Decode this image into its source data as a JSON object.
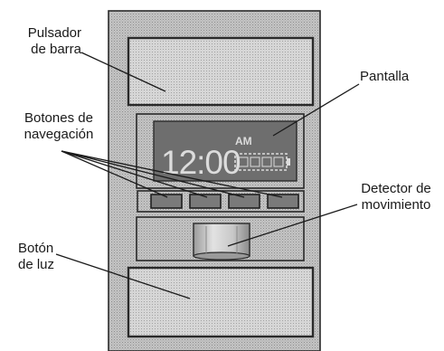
{
  "labels": {
    "bar_push": [
      "Pulsador",
      "de barra"
    ],
    "screen": [
      "Pantalla"
    ],
    "nav_buttons": [
      "Botones de",
      "navegación"
    ],
    "motion_detector": [
      "Detector de",
      "movimiento"
    ],
    "light_button": [
      "Botón",
      "de luz"
    ]
  },
  "display": {
    "time": "12:00",
    "period": "AM"
  }
}
